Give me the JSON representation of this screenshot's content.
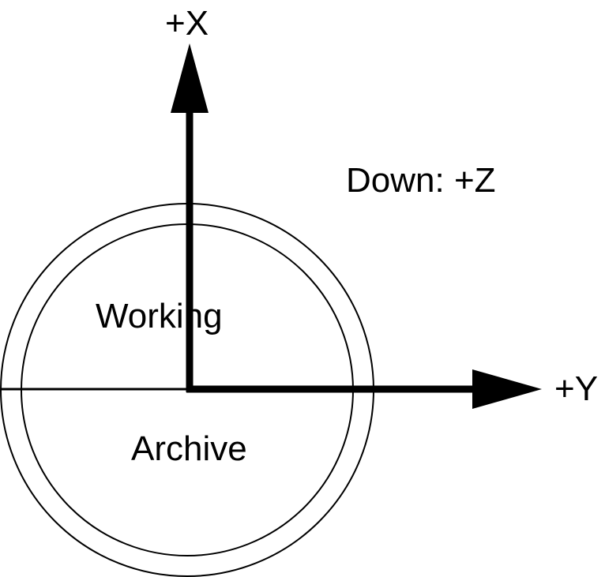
{
  "labels": {
    "x_axis": "+X",
    "y_axis": "+Y",
    "down": "Down: +Z",
    "upper_region": "Working",
    "lower_region": "Archive"
  },
  "colors": {
    "stroke": "#000000",
    "background": "#ffffff"
  }
}
